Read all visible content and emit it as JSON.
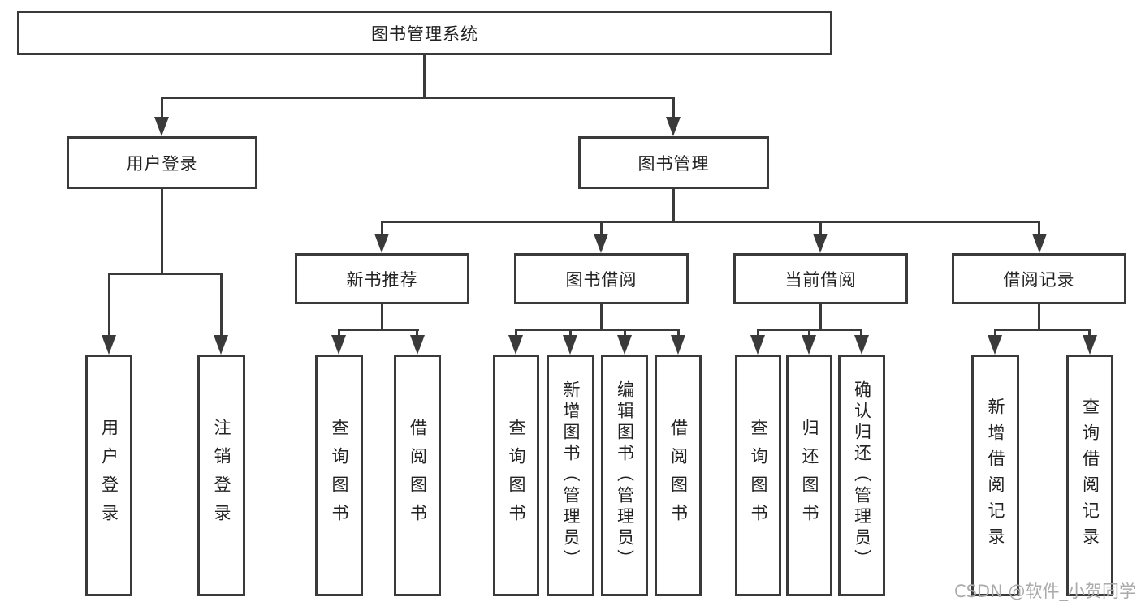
{
  "diagram_title": "图书管理系统",
  "nodes": {
    "root": "图书管理系统",
    "user_login": "用户登录",
    "book_mgmt": "图书管理",
    "new_book_rec": "新书推荐",
    "book_borrow": "图书借阅",
    "current_borrow": "当前借阅",
    "borrow_record": "借阅记录",
    "leaf_user_login": "用户登录",
    "leaf_logout": "注销登录",
    "nb_query_book": "查询图书",
    "nb_borrow_book": "借阅图书",
    "bb_query_book": "查询图书",
    "bb_add_book": "新增图书（管理员）",
    "bb_edit_book": "编辑图书（管理员）",
    "bb_borrow_book": "借阅图书",
    "cb_query_book": "查询图书",
    "cb_return_book": "归还图书",
    "cb_confirm_return": "确认归还（管理员）",
    "br_add_record": "新增借阅记录",
    "br_query_record": "查询借阅记录"
  },
  "hierarchy": {
    "root": "图书管理系统",
    "children": [
      {
        "label": "用户登录",
        "children": [
          "用户登录",
          "注销登录"
        ]
      },
      {
        "label": "图书管理",
        "children": [
          {
            "label": "新书推荐",
            "children": [
              "查询图书",
              "借阅图书"
            ]
          },
          {
            "label": "图书借阅",
            "children": [
              "查询图书",
              "新增图书（管理员）",
              "编辑图书（管理员）",
              "借阅图书"
            ]
          },
          {
            "label": "当前借阅",
            "children": [
              "查询图书",
              "归还图书",
              "确认归还（管理员）"
            ]
          },
          {
            "label": "借阅记录",
            "children": [
              "新增借阅记录",
              "查询借阅记录"
            ]
          }
        ]
      }
    ]
  },
  "watermark": "CSDN @软件_小贺同学",
  "colors": {
    "line": "#3a3a3a",
    "text": "#222222",
    "background": "#ffffff",
    "watermark": "#aaaaaa"
  }
}
